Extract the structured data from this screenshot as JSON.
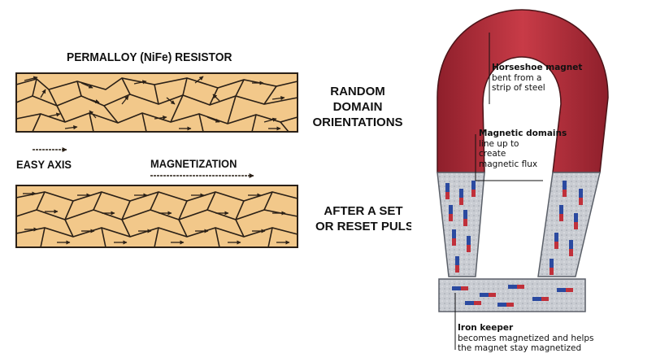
{
  "left_diagram": {
    "title": "PERMALLOY (NiFe) RESISTOR",
    "random_label": [
      "RANDOM",
      "DOMAIN",
      "ORIENTATIONS"
    ],
    "easy_axis_label": "EASY AXIS",
    "magnetization_label": "MAGNETIZATION",
    "after_label": [
      "AFTER A SET",
      "OR RESET PULSE"
    ]
  },
  "right_diagram": {
    "horseshoe": {
      "title": "Horseshoe magnet",
      "lines": [
        "bent from a",
        "strip of steel"
      ]
    },
    "domains": {
      "title": "Magnetic domains",
      "lines": [
        "line up to",
        "create",
        "magnetic flux"
      ]
    },
    "keeper": {
      "title": "Iron keeper",
      "lines": [
        "becomes magnetized and helps",
        "the magnet stay magnetized"
      ]
    }
  },
  "colors": {
    "grain_fill": "#f2c88a",
    "grain_stroke": "#2a2017",
    "magnet_red": "#b8323e",
    "steel": "#c9ccd2"
  }
}
